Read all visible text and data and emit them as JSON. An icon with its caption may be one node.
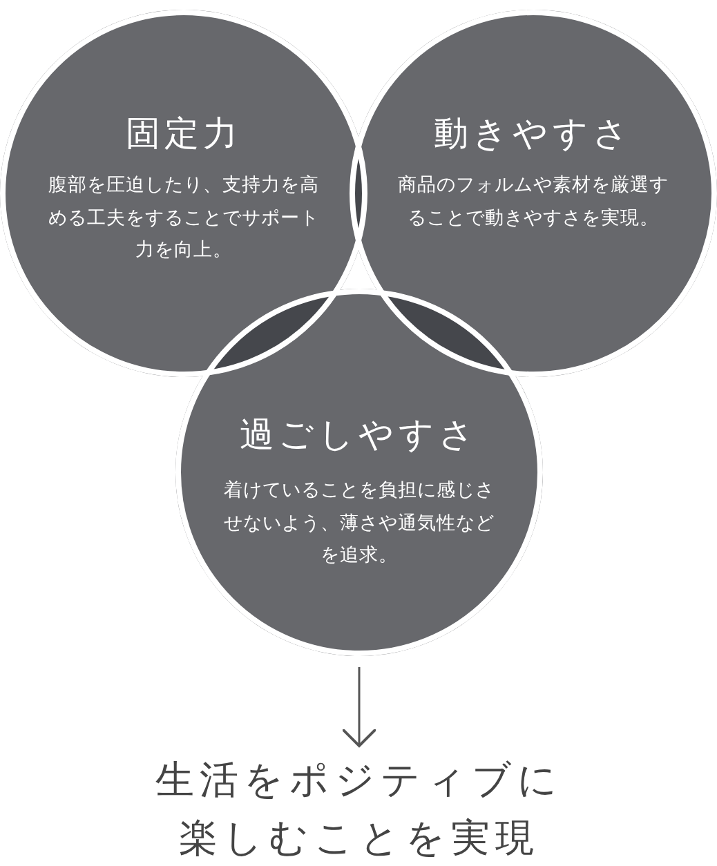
{
  "diagram": {
    "nodes": [
      {
        "text": [
          "固定力",
          "腹部を圧迫したり、支持力を高める工夫をすることでサポート力を向上。"
        ]
      },
      {
        "text": [
          "動きやすさ",
          "商品のフォルムや素材を厳選することで動きやすさを実現。"
        ]
      },
      {
        "text": [
          "過ごしやすさ",
          "着けていることを負担に感じさせないよう、薄さや通気性などを追求。"
        ]
      },
      {
        "text": [
          "生活をポジティブに楽しむことを実現"
        ]
      }
    ],
    "edges": [
      {
        "from": 2,
        "to": 3,
        "arrow": "to"
      }
    ]
  }
}
